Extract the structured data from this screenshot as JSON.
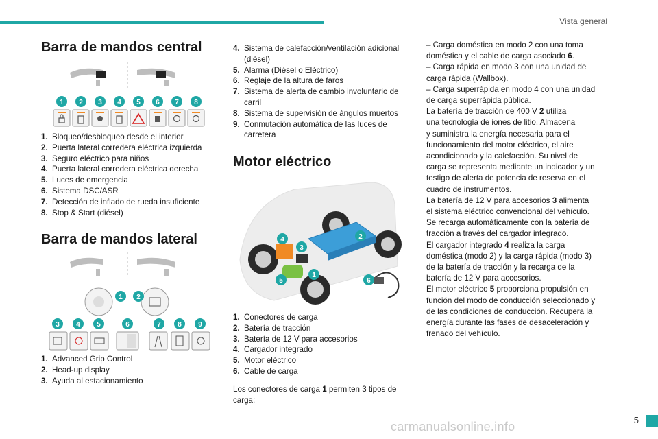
{
  "header": {
    "title": "Vista general"
  },
  "footer": {
    "page_number": "5",
    "watermark": "carmanualsonline.info"
  },
  "sections": {
    "central": {
      "title": "Barra de mandos central",
      "badges": [
        "1",
        "2",
        "3",
        "4",
        "5",
        "6",
        "7",
        "8"
      ],
      "items": [
        {
          "n": "1.",
          "text": "Bloqueo/desbloqueo desde el interior"
        },
        {
          "n": "2.",
          "text": "Puerta lateral corredera eléctrica izquierda"
        },
        {
          "n": "3.",
          "text": "Seguro eléctrico para niños"
        },
        {
          "n": "4.",
          "text": "Puerta lateral corredera eléctrica derecha"
        },
        {
          "n": "5.",
          "text": "Luces de emergencia"
        },
        {
          "n": "6.",
          "text": "Sistema DSC/ASR"
        },
        {
          "n": "7.",
          "text": "Detección de inflado de rueda insuficiente"
        },
        {
          "n": "8.",
          "text": "Stop & Start (diésel)"
        }
      ]
    },
    "lateral": {
      "title": "Barra de mandos lateral",
      "badges": [
        "1",
        "2",
        "3",
        "4",
        "5",
        "6",
        "7",
        "8",
        "9"
      ],
      "items": [
        {
          "n": "1.",
          "text": "Advanced Grip Control"
        },
        {
          "n": "2.",
          "text": "Head-up display"
        },
        {
          "n": "3.",
          "text": "Ayuda al estacionamiento"
        }
      ],
      "items_cont": [
        {
          "n": "4.",
          "text": "Sistema de calefacción/ventilación adicional (diésel)"
        },
        {
          "n": "5.",
          "text": "Alarma (Diésel o Eléctrico)"
        },
        {
          "n": "6.",
          "text": "Reglaje de la altura de faros"
        },
        {
          "n": "7.",
          "text": "Sistema de alerta de cambio involuntario de carril"
        },
        {
          "n": "8.",
          "text": "Sistema de supervisión de ángulos muertos"
        },
        {
          "n": "9.",
          "text": "Conmutación automática de las luces de carretera"
        }
      ]
    },
    "motor": {
      "title": "Motor eléctrico",
      "badges": [
        "1",
        "2",
        "3",
        "4",
        "5",
        "6"
      ],
      "items": [
        {
          "n": "1.",
          "text": "Conectores de carga"
        },
        {
          "n": "2.",
          "text": "Batería de tracción"
        },
        {
          "n": "3.",
          "text": "Batería de 12 V para accesorios"
        },
        {
          "n": "4.",
          "text": "Cargador integrado"
        },
        {
          "n": "5.",
          "text": "Motor eléctrico"
        },
        {
          "n": "6.",
          "text": "Cable de carga"
        }
      ],
      "intro_a": "Los conectores de carga ",
      "intro_b": "1",
      "intro_c": " permiten 3 tipos de carga:"
    }
  },
  "col3": {
    "l1": "–  Carga doméstica en modo 2 con una toma",
    "l2a": "doméstica y el cable de carga asociado ",
    "l2b": "6",
    "l2c": ".",
    "l3": "–  Carga rápida en modo 3 con una unidad de",
    "l4": "carga rápida (Wallbox).",
    "l5": "–  Carga superrápida en modo 4 con una unidad",
    "l6": "de carga superrápida pública.",
    "l7a": "La batería de tracción de 400 V ",
    "l7b": "2",
    "l7c": " utiliza",
    "l8": "una tecnología de iones de litio. Almacena",
    "l9": "y suministra la energía necesaria para el",
    "l10": "funcionamiento del motor eléctrico, el aire",
    "l11": "acondicionado y la calefacción. Su nivel de",
    "l12": "carga se representa mediante un indicador y un",
    "l13": "testigo de alerta de potencia de reserva en el",
    "l14": "cuadro de instrumentos.",
    "l15a": "La batería de 12 V para accesorios ",
    "l15b": "3",
    "l15c": " alimenta",
    "l16": "el sistema eléctrico convencional del vehículo.",
    "l17": "Se recarga automáticamente con la batería de",
    "l18": "tracción a través del cargador integrado.",
    "l19a": "El cargador integrado ",
    "l19b": "4",
    "l19c": " realiza la carga",
    "l20": "doméstica (modo 2) y la carga rápida (modo 3)",
    "l21": "de la batería de tracción y la recarga de la",
    "l22": "batería de 12 V para accesorios.",
    "l23a": "El motor eléctrico ",
    "l23b": "5",
    "l23c": " proporciona propulsión en",
    "l24": "función del modo de conducción seleccionado y",
    "l25": "de las condiciones de conducción. Recupera la",
    "l26": "energía durante las fases de desaceleración y",
    "l27": "frenado del vehículo."
  },
  "colors": {
    "accent": "#1fa7a5",
    "led": "#f08a24",
    "battery": "#3c9ed8"
  }
}
